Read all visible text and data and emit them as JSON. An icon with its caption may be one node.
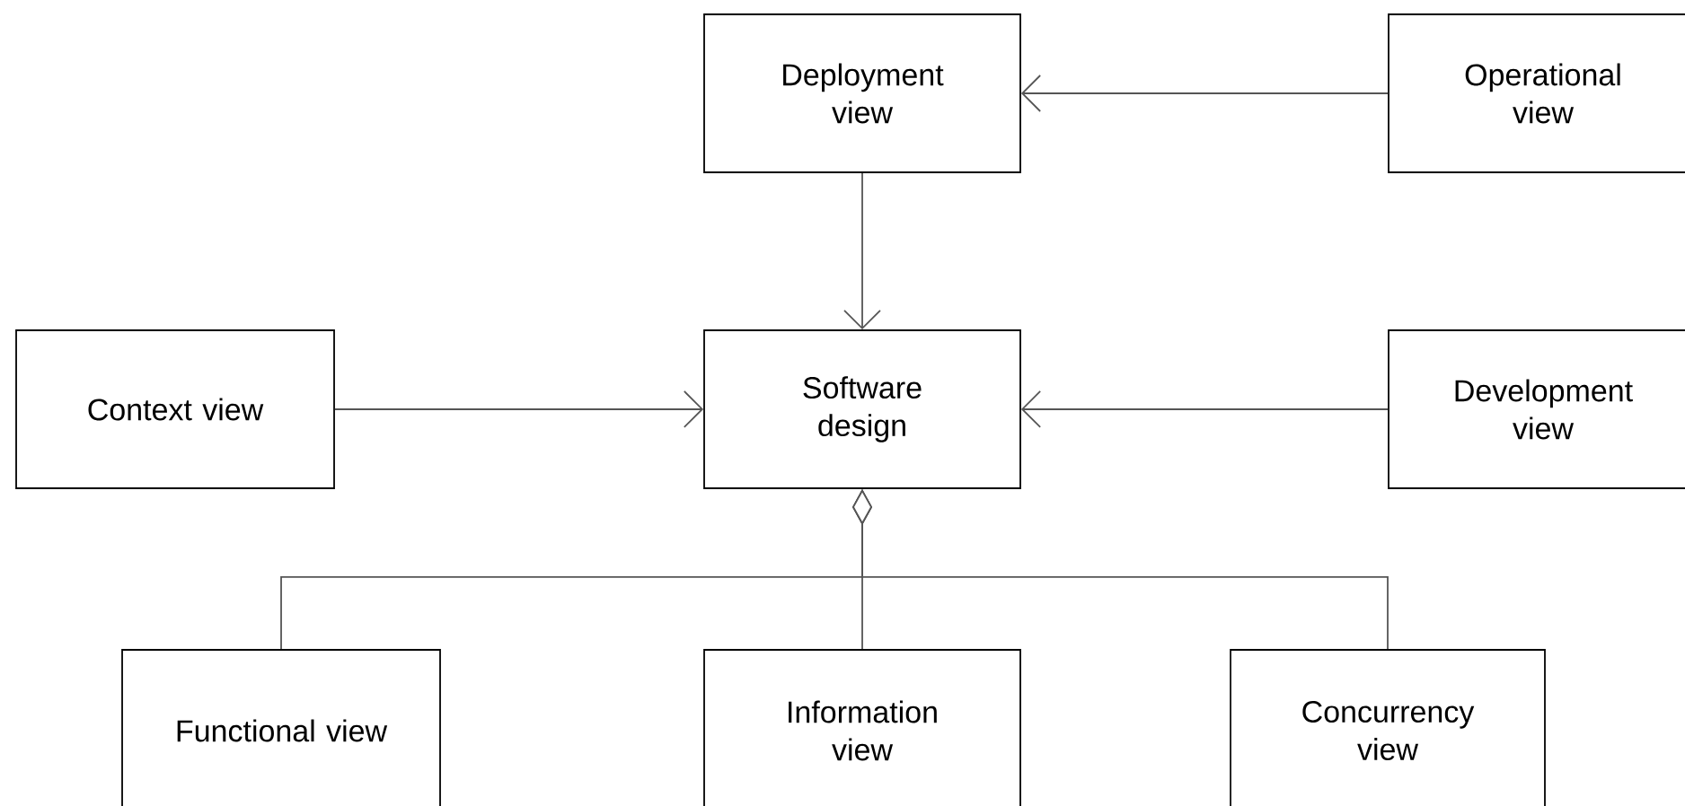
{
  "diagram": {
    "nodes": [
      {
        "text": [
          "Deployment view"
        ]
      },
      {
        "text": [
          "Operational view"
        ]
      },
      {
        "text": [
          "Context view"
        ]
      },
      {
        "text": [
          "Software design"
        ]
      },
      {
        "text": [
          "Development view"
        ]
      },
      {
        "text": [
          "Functional view"
        ]
      },
      {
        "text": [
          "Information view"
        ]
      },
      {
        "text": [
          "Concurrency view"
        ]
      }
    ],
    "edges": [
      {
        "from": 1,
        "to": 0,
        "arrow": "to"
      },
      {
        "from": 0,
        "to": 3,
        "arrow": "to"
      },
      {
        "from": 2,
        "to": 3,
        "arrow": "to"
      },
      {
        "from": 4,
        "to": 3,
        "arrow": "to"
      },
      {
        "from": 5,
        "to": 3,
        "arrow": "other"
      },
      {
        "from": 6,
        "to": 3,
        "arrow": "other"
      },
      {
        "from": 7,
        "to": 3,
        "arrow": "other"
      }
    ]
  }
}
